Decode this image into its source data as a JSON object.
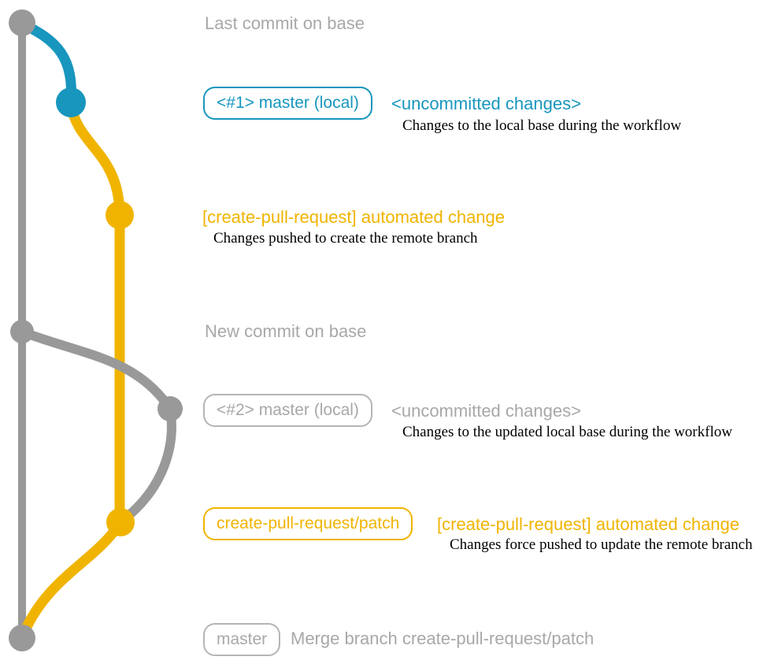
{
  "colors": {
    "branch_gray": "#999999",
    "branch_blue": "#1896be",
    "branch_yellow": "#f0b400",
    "label_text_gray": "#a8a8a8",
    "description_black": "#000000",
    "background": "#ffffff"
  },
  "graph": {
    "commits": [
      {
        "name": "last-commit-on-base",
        "color": "gray"
      },
      {
        "name": "uncommitted-changes-commit-1",
        "color": "blue"
      },
      {
        "name": "automated-change-commit-1",
        "color": "yellow"
      },
      {
        "name": "new-commit-on-base",
        "color": "gray"
      },
      {
        "name": "uncommitted-changes-commit-2",
        "color": "gray"
      },
      {
        "name": "automated-change-commit-2",
        "color": "yellow"
      },
      {
        "name": "merge-commit",
        "color": "gray"
      }
    ]
  },
  "annotations": {
    "last_commit_heading": "Last commit on base",
    "uncommitted_1": {
      "branch_label": "<#1> master (local)",
      "message": "<uncommitted changes>",
      "description": "Changes to the local base during the workflow"
    },
    "automated_change_1": {
      "message": "[create-pull-request] automated change",
      "description": "Changes pushed to create the remote branch"
    },
    "new_commit_heading": "New commit on base",
    "uncommitted_2": {
      "branch_label": "<#2> master (local)",
      "message": "<uncommitted changes>",
      "description": "Changes to the updated local base during the workflow"
    },
    "automated_change_2": {
      "branch_label": "create-pull-request/patch",
      "message": "[create-pull-request] automated change",
      "description": "Changes force pushed to update the remote branch"
    },
    "merge": {
      "branch_label": "master",
      "message": "Merge branch create-pull-request/patch"
    }
  }
}
